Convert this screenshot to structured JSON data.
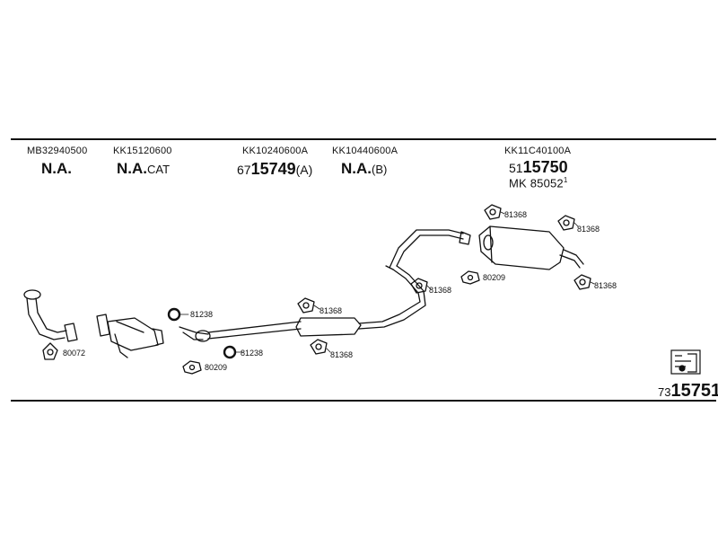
{
  "header": {
    "codes": [
      "MB32940500",
      "KK15120600",
      "KK10240600A",
      "KK10440600A",
      "KK11C40100A"
    ],
    "col1_main": "N.A.",
    "col2_main": "N.A.",
    "col2_suffix": "CAT",
    "col3_prefix": "67",
    "col3_main": "15749",
    "col3_suffix": "(A)",
    "col4_main": "N.A.",
    "col4_suffix": "(B)",
    "col5_prefix": "51",
    "col5_main": "15750",
    "col5_mk": "MK  85052",
    "col5_mk_sup": "1"
  },
  "part_labels": {
    "p80072": "80072",
    "p81238a": "81238",
    "p81238b": "81238",
    "p80209a": "80209",
    "p81368a": "81368",
    "p81368b": "81368",
    "p81368c": "81368",
    "p80209b": "80209",
    "p81368d": "81368",
    "p81368e": "81368",
    "p81368f": "81368"
  },
  "footer": {
    "prefix": "73",
    "number": "15751"
  }
}
